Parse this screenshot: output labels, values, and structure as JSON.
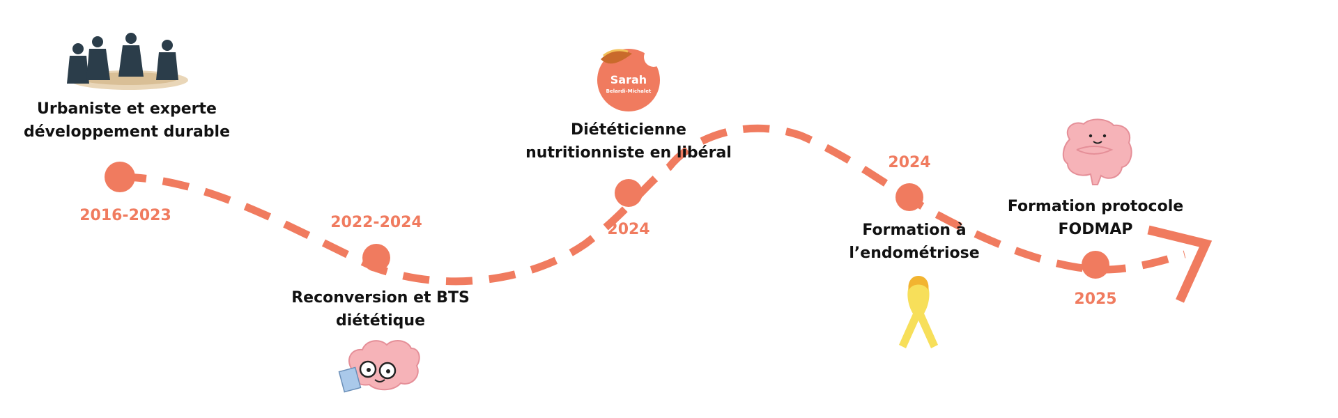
{
  "colors": {
    "accent": "#f07b5f",
    "text": "#111111",
    "ribbon": "#f7df5a",
    "brain": "#f6b3b8"
  },
  "milestones": [
    {
      "year": "2016-2023",
      "title": [
        "Urbaniste et experte",
        "développement durable"
      ],
      "icon": "meeting-team-icon"
    },
    {
      "year": "2022-2024",
      "title": [
        "Reconversion et BTS",
        "diététique"
      ],
      "icon": "brain-reading-icon"
    },
    {
      "year": "2024",
      "title": [
        "Diététicienne",
        "nutritionniste en libéral"
      ],
      "icon": "sarah-logo"
    },
    {
      "year": "2024",
      "title": [
        "Formation à",
        "l’endométriose"
      ],
      "icon": "yellow-ribbon-icon"
    },
    {
      "year": "2025",
      "title": [
        "Formation protocole",
        "FODMAP"
      ],
      "icon": "intestine-icon"
    }
  ],
  "logo": {
    "name": "Sarah",
    "surname": "Belardi-Michalet"
  }
}
